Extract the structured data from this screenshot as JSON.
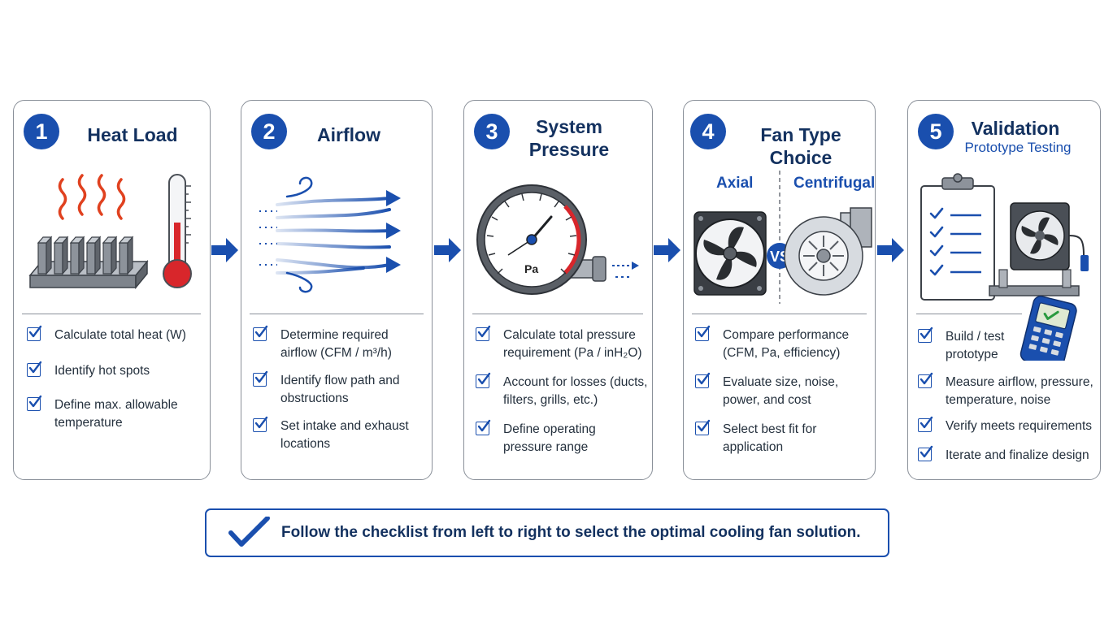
{
  "steps": [
    {
      "number": "1",
      "title": "Heat Load",
      "items": [
        "Calculate total heat (W)",
        "Identify hot spots",
        "Define max. allowable temperature"
      ]
    },
    {
      "number": "2",
      "title": "Airflow",
      "items": [
        "Determine required airflow (CFM / m³/h)",
        "Identify flow path and obstructions",
        "Set intake and exhaust locations"
      ]
    },
    {
      "number": "3",
      "title": "System Pressure",
      "gauge_label": "Pa",
      "items": [
        "Calculate total pressure requirement (Pa / inH₂O)",
        "Account for losses (ducts, filters, grills, etc.)",
        "Define operating pressure range"
      ]
    },
    {
      "number": "4",
      "title": "Fan Type Choice",
      "option_a": "Axial",
      "option_b": "Centrifugal",
      "vs_label": "VS",
      "items": [
        "Compare performance (CFM, Pa, efficiency)",
        "Evaluate size, noise, power, and cost",
        "Select best fit for application"
      ]
    },
    {
      "number": "5",
      "title": "Validation",
      "subtitle": "Prototype Testing",
      "items": [
        "Build / test prototype",
        "Measure airflow, pressure, temperature, noise",
        "Verify meets requirements",
        "Iterate and finalize design"
      ]
    }
  ],
  "footer": {
    "text": "Follow the checklist from left to right to select the optimal cooling fan solution."
  },
  "colors": {
    "accent": "#1a4fae",
    "title": "#13315f",
    "border": "#8a9099",
    "heat": "#e0411f"
  }
}
